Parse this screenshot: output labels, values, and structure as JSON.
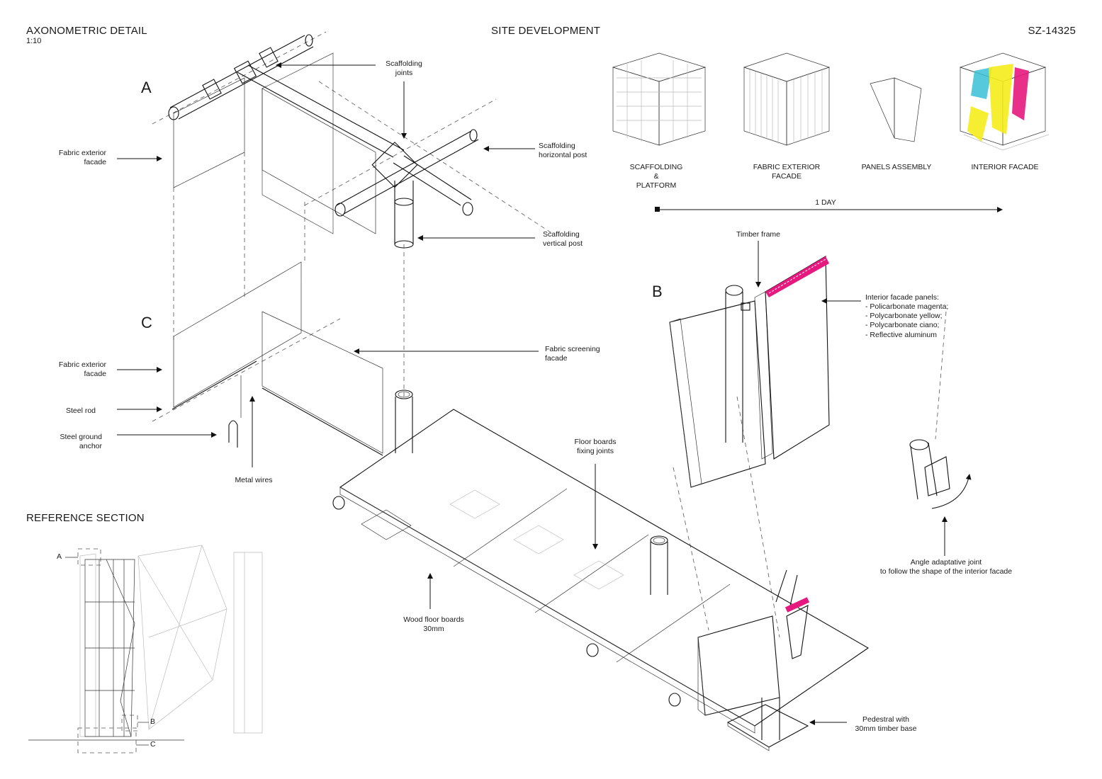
{
  "header": {
    "title_left": "AXONOMETRIC DETAIL",
    "scale": "1:10",
    "title_center": "SITE DEVELOPMENT",
    "code": "SZ-14325"
  },
  "details": {
    "a": "A",
    "b": "B",
    "c": "C"
  },
  "labels": {
    "scaffolding_joints": "Scaffolding\njoints",
    "fabric_exterior_facade_a": "Fabric exterior\nfacade",
    "scaffolding_horizontal_post": "Scaffolding\nhorizontal post",
    "scaffolding_vertical_post": "Scaffolding\nvertical post",
    "fabric_exterior_facade_c": "Fabric exterior\nfacade",
    "fabric_screening_facade": "Fabric screening\nfacade",
    "steel_rod": "Steel rod",
    "steel_ground_anchor": "Steel ground\nanchor",
    "metal_wires": "Metal wires",
    "floor_boards_fixing_joints": "Floor boards\nfixing joints",
    "wood_floor_boards": "Wood floor boards\n30mm",
    "timber_frame": "Timber frame",
    "interior_facade_panels": "Interior facade panels:\n- Policarbonate magenta;\n- Polycarbonate yellow;\n- Polycarbonate ciano;\n- Reflective aluminum",
    "angle_adaptive_joint": "Angle adaptative joint\nto follow the shape of the interior facade",
    "pedestal": "Pedestral with\n30mm timber base"
  },
  "sequence": {
    "steps": [
      {
        "label": "SCAFFOLDING\n&\nPLATFORM"
      },
      {
        "label": "FABRIC EXTERIOR\nFACADE"
      },
      {
        "label": "PANELS ASSEMBLY"
      },
      {
        "label": "INTERIOR FACADE"
      }
    ],
    "duration": "1 DAY"
  },
  "reference": {
    "title": "REFERENCE SECTION",
    "marks": {
      "a": "A",
      "b": "B",
      "c": "C"
    }
  },
  "colors": {
    "magenta": "#e6197e",
    "yellow": "#f5ec1a",
    "cyan": "#38bfd6",
    "ink": "#111111"
  }
}
